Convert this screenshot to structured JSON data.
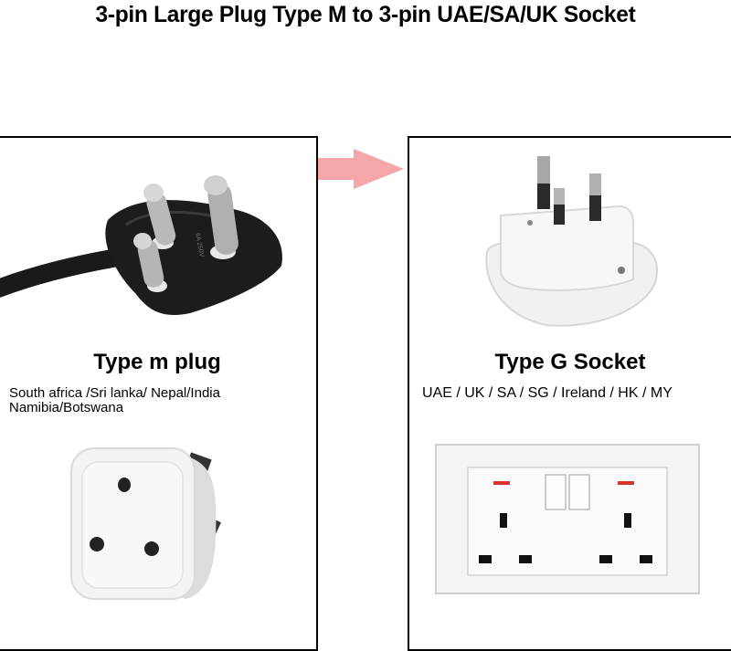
{
  "title": "3-pin Large Plug Type M  to 3-pin UAE/SA/UK Socket",
  "left_panel": {
    "heading": "Type m plug",
    "countries_line1": "South africa /Sri lanka/ Nepal/India",
    "countries_line2": "Namibia/Botswana",
    "plug_markings": "6A 250V"
  },
  "right_panel": {
    "heading": "Type G Socket",
    "countries": "UAE / UK / SA / SG / Ireland / HK / MY"
  },
  "colors": {
    "arrow": "#f4a6a8",
    "plug_body": "#1c1c1c",
    "adapter_white": "#f2f2f2",
    "socket_indicator": "#d9342b"
  }
}
